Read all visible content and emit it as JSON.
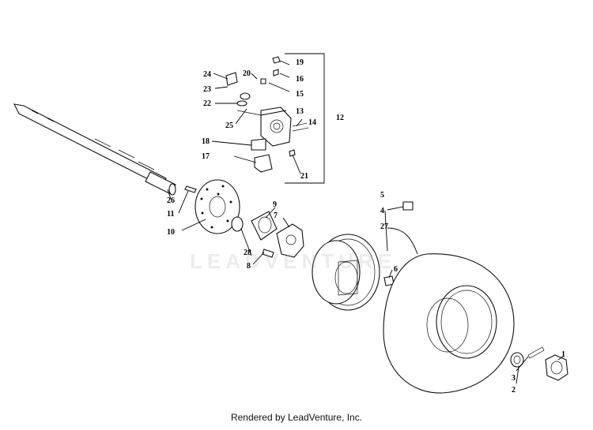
{
  "diagram": {
    "callouts": {
      "c1": "1",
      "c2": "2",
      "c3": "3",
      "c4": "4",
      "c5": "5",
      "c6": "6",
      "c7": "7",
      "c8": "8",
      "c9": "9",
      "c10": "10",
      "c11": "11",
      "c12": "12",
      "c13": "13",
      "c14": "14",
      "c15": "15",
      "c16": "16",
      "c17": "17",
      "c18": "18",
      "c19": "19",
      "c20": "20",
      "c21": "21",
      "c22": "22",
      "c23": "23",
      "c24": "24",
      "c25": "25",
      "c26": "26",
      "c27": "27",
      "c28": "28"
    },
    "watermark": "LEADVENTURE",
    "footer": "Rendered by LeadVenture, Inc."
  }
}
